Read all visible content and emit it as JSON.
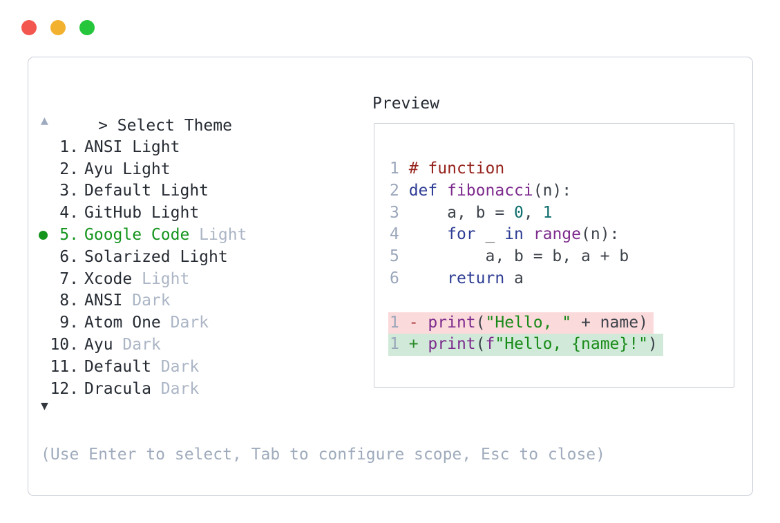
{
  "window": {
    "controls": [
      {
        "name": "close",
        "color": "#f3564e"
      },
      {
        "name": "minimize",
        "color": "#f2b12f"
      },
      {
        "name": "maximize",
        "color": "#25c63c"
      }
    ]
  },
  "prompt": {
    "marker": ">",
    "label": "Select Theme"
  },
  "theme_list": {
    "up_arrow": "▲",
    "down_arrow": "▼",
    "selected_index": 4,
    "items": [
      {
        "number": "1.",
        "name": "ANSI Light",
        "suffix": "",
        "selected": false
      },
      {
        "number": "2.",
        "name": "Ayu Light",
        "suffix": "",
        "selected": false
      },
      {
        "number": "3.",
        "name": "Default Light",
        "suffix": "",
        "selected": false
      },
      {
        "number": "4.",
        "name": "GitHub Light",
        "suffix": "",
        "selected": false
      },
      {
        "number": "5.",
        "name": "Google Code",
        "suffix": "Light",
        "selected": true
      },
      {
        "number": "6.",
        "name": "Solarized Light",
        "suffix": "",
        "selected": false
      },
      {
        "number": "7.",
        "name": "Xcode",
        "suffix": "Light",
        "selected": false
      },
      {
        "number": "8.",
        "name": "ANSI",
        "suffix": "Dark",
        "selected": false
      },
      {
        "number": "9.",
        "name": "Atom One",
        "suffix": "Dark",
        "selected": false
      },
      {
        "number": "10.",
        "name": "Ayu",
        "suffix": "Dark",
        "selected": false
      },
      {
        "number": "11.",
        "name": "Default",
        "suffix": "Dark",
        "selected": false
      },
      {
        "number": "12.",
        "name": "Dracula",
        "suffix": "Dark",
        "selected": false
      }
    ]
  },
  "preview": {
    "label": "Preview",
    "code_lines": [
      {
        "number": "1",
        "tokens": [
          {
            "c": "com",
            "t": "# function"
          }
        ]
      },
      {
        "number": "2",
        "tokens": [
          {
            "c": "kwd",
            "t": "def"
          },
          {
            "c": "pln",
            "t": " "
          },
          {
            "c": "fn",
            "t": "fibonacci"
          },
          {
            "c": "pln",
            "t": "(n):"
          }
        ]
      },
      {
        "number": "3",
        "tokens": [
          {
            "c": "pln",
            "t": "    a, b = "
          },
          {
            "c": "num",
            "t": "0"
          },
          {
            "c": "pln",
            "t": ", "
          },
          {
            "c": "num",
            "t": "1"
          }
        ]
      },
      {
        "number": "4",
        "tokens": [
          {
            "c": "pln",
            "t": "    "
          },
          {
            "c": "kwd",
            "t": "for"
          },
          {
            "c": "pln",
            "t": " _ "
          },
          {
            "c": "kwd",
            "t": "in"
          },
          {
            "c": "pln",
            "t": " "
          },
          {
            "c": "fn",
            "t": "range"
          },
          {
            "c": "pln",
            "t": "(n):"
          }
        ]
      },
      {
        "number": "5",
        "tokens": [
          {
            "c": "pln",
            "t": "        a, b = b, a + b"
          }
        ]
      },
      {
        "number": "6",
        "tokens": [
          {
            "c": "pln",
            "t": "    "
          },
          {
            "c": "kwd",
            "t": "return"
          },
          {
            "c": "pln",
            "t": " a"
          }
        ]
      }
    ],
    "diff_lines": [
      {
        "number": "1",
        "sign": "-",
        "kind": "removed",
        "tokens": [
          {
            "c": "fn",
            "t": "print"
          },
          {
            "c": "pln",
            "t": "("
          },
          {
            "c": "str",
            "t": "\"Hello, \""
          },
          {
            "c": "pln",
            "t": " + name)"
          }
        ]
      },
      {
        "number": "1",
        "sign": "+",
        "kind": "added",
        "tokens": [
          {
            "c": "fn",
            "t": "print"
          },
          {
            "c": "pln",
            "t": "("
          },
          {
            "c": "fn",
            "t": "f"
          },
          {
            "c": "str",
            "t": "\"Hello, {name}!\""
          },
          {
            "c": "pln",
            "t": ")"
          }
        ]
      }
    ]
  },
  "footer": {
    "hint": "(Use Enter to select, Tab to configure scope, Esc to close)"
  },
  "colors": {
    "panel_border": "#c8cdd6",
    "text_primary": "#262b33",
    "text_muted": "#abb5c5",
    "footer_text": "#9fabbc",
    "selected_green": "#15941d",
    "scroll_up_disabled": "#9daabf",
    "scroll_down_active": "#31373d",
    "line_number": "#9aa6ba",
    "code_comment": "#96231d",
    "code_keyword": "#2e3d94",
    "code_function": "#7d2b8d",
    "code_literal": "#0d6d6d",
    "code_string": "#188a18",
    "code_plain": "#3d434b",
    "diff_minus_sign": "#a93434",
    "diff_plus_sign": "#2a8c2a",
    "diff_removed_bg": "#fbdadb",
    "diff_added_bg": "#d0e9d8"
  }
}
